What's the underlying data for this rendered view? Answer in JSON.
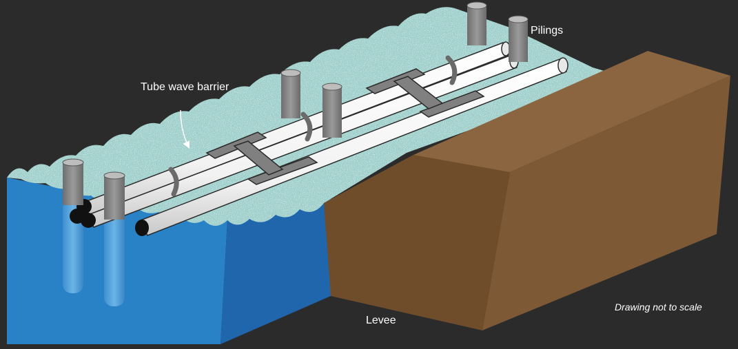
{
  "labels": {
    "tube_wave_barrier": "Tube wave barrier",
    "pilings": "Pilings",
    "levee": "Levee",
    "note": "Drawing not to scale"
  },
  "colors": {
    "background": "#2b2b2b",
    "water_surface": "#9fcfcb",
    "water_front": "#2a82c6",
    "water_side": "#1f66ad",
    "levee_top": "#8a6540",
    "levee_face": "#6f4d2b",
    "levee_side": "#7d5935",
    "tube": "#ffffff",
    "piling": "#8c8c8c",
    "connector": "#808080"
  },
  "icons": {
    "leader": "arrow-icon"
  }
}
